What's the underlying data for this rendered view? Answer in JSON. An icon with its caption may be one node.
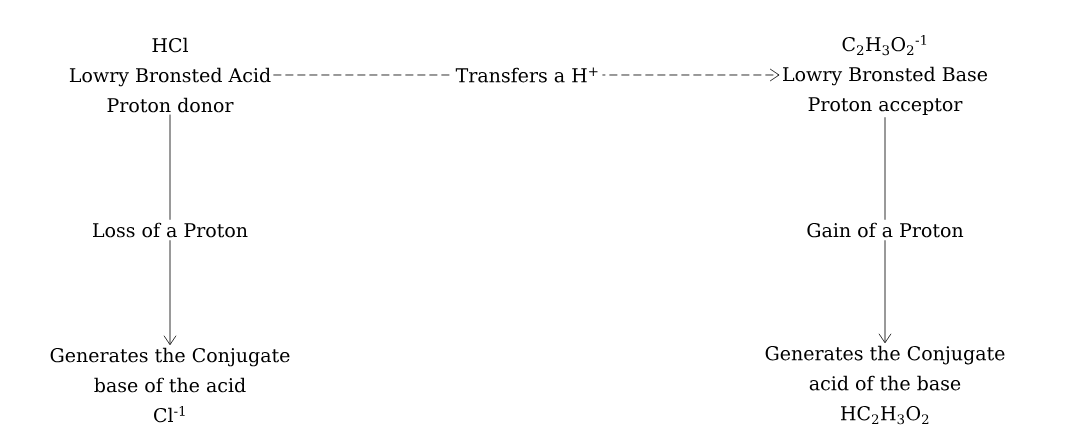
{
  "diagram": {
    "nodes": [
      {
        "text": [
          "HCl",
          "Lowry Bronsted Acid",
          "Proton donor"
        ]
      },
      {
        "text": [
          "C$_{2}$H$_{3}$O$_{2}$$^{-1}$",
          "Lowry Bronsted Base",
          "Proton acceptor"
        ]
      },
      {
        "text": [
          "Generates the Conjugate",
          "base of the acid",
          "Cl$^{-1}$"
        ]
      },
      {
        "text": [
          "Generates the Conjugate",
          "acid of the base",
          "HC$_{2}$H$_{3}$O$_{2}$"
        ]
      }
    ],
    "edges": [
      {
        "from": 0,
        "to": 1,
        "arrow": "to",
        "label": "Transfers a H$^{+}$",
        "style": "dashed"
      },
      {
        "from": 0,
        "to": 2,
        "arrow": "to",
        "label": "Loss of a Proton"
      },
      {
        "from": 1,
        "to": 3,
        "arrow": "to",
        "label": "Gain of a Proton"
      }
    ]
  }
}
